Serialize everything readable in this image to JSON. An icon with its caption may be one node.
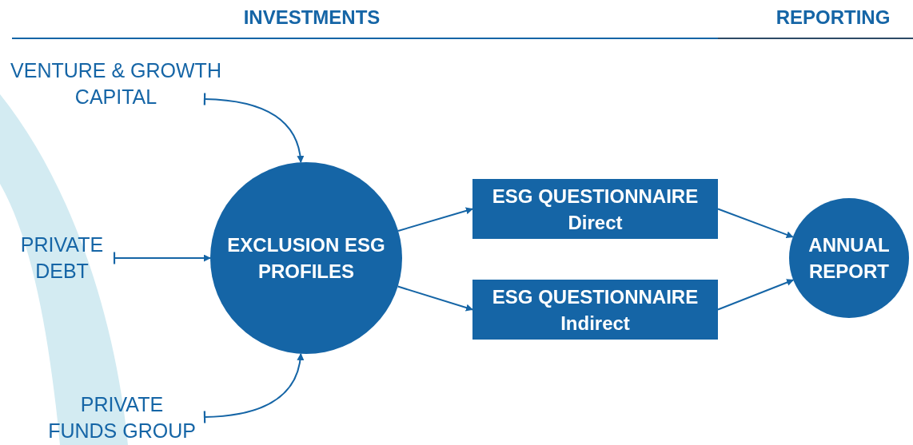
{
  "diagram": {
    "nodes": [
      {
        "text": [
          "VENTURE & GROWTH CAPITAL"
        ]
      },
      {
        "text": [
          "PRIVATE DEBT"
        ]
      },
      {
        "text": [
          "PRIVATE FUNDS GROUP"
        ]
      },
      {
        "text": [
          "EXCLUSION ESG PROFILES"
        ]
      },
      {
        "text": [
          "ESG QUESTIONNAIRE",
          "Direct"
        ]
      },
      {
        "text": [
          "ESG QUESTIONNAIRE",
          "Indirect"
        ]
      },
      {
        "text": [
          "ANNUAL REPORT"
        ]
      }
    ],
    "edges": [
      {
        "from": 0,
        "to": 3,
        "arrow": "to"
      },
      {
        "from": 1,
        "to": 3,
        "arrow": "to"
      },
      {
        "from": 2,
        "to": 3,
        "arrow": "to"
      },
      {
        "from": 3,
        "to": 4,
        "arrow": "to"
      },
      {
        "from": 3,
        "to": 5,
        "arrow": "to"
      },
      {
        "from": 4,
        "to": 6,
        "arrow": "to"
      },
      {
        "from": 5,
        "to": 6,
        "arrow": "to"
      }
    ],
    "labels": [
      "INVESTMENTS",
      "REPORTING"
    ]
  }
}
